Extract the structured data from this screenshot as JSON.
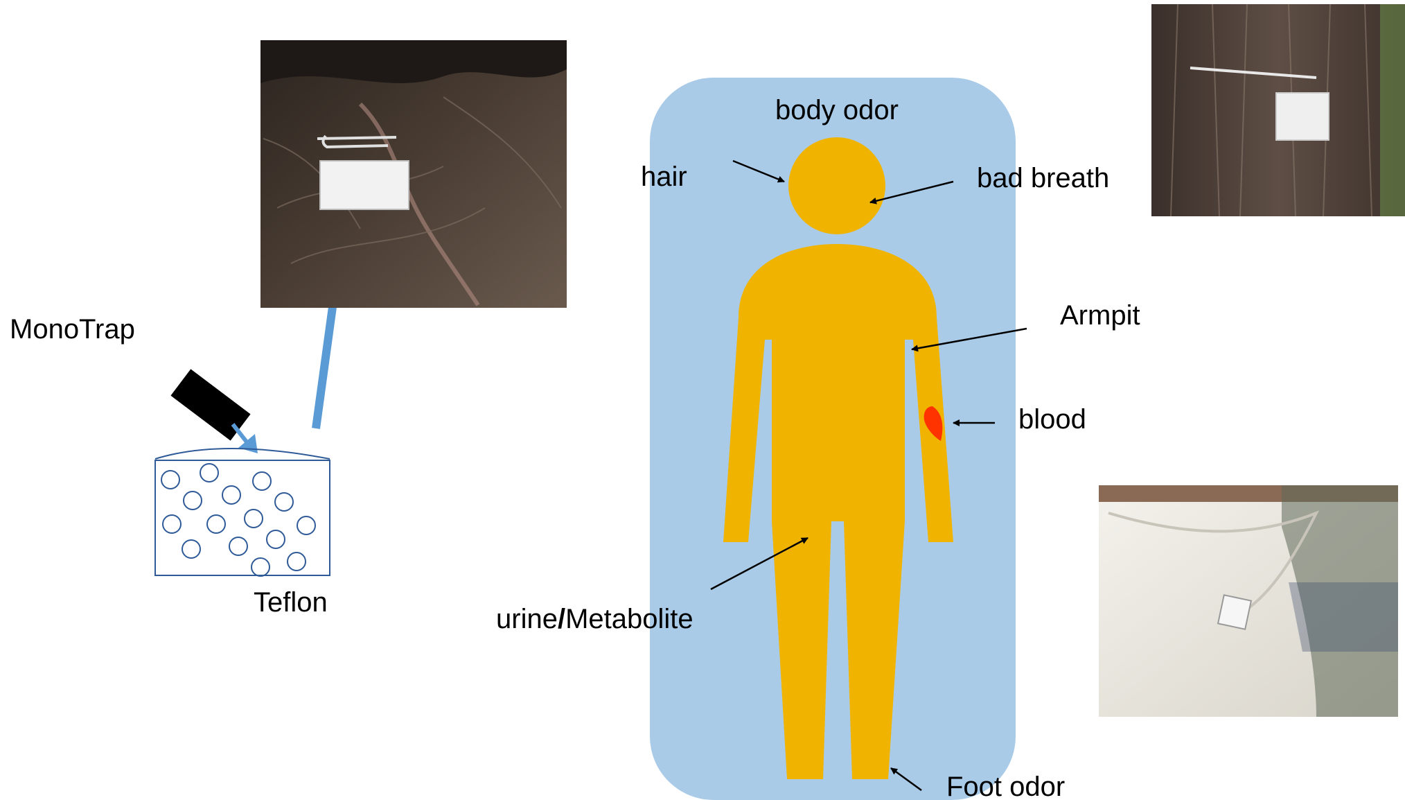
{
  "labels": {
    "monotrap": "MonoTrap",
    "teflon": "Teflon",
    "body_odor": "body odor",
    "hair": "hair",
    "bad_breath": "bad breath",
    "armpit": "Armpit",
    "blood": "blood",
    "urine_metabolite_prefix": "urine",
    "urine_metabolite_slash": "/",
    "urine_metabolite_suffix": "Metabolite",
    "foot_odor": "Foot odor"
  },
  "colors": {
    "panel": "#a9cbe8",
    "body": "#f0b400",
    "blood_spot": "#ff3300",
    "sampler_outline": "#2e5a98",
    "blue_arrow": "#5b9bd5",
    "monotrap_device": "#000000"
  },
  "photos": {
    "scalp": "scalp-hair-photo",
    "long_hair": "long-hair-photo",
    "armpit_shirt": "armpit-shirt-photo"
  }
}
